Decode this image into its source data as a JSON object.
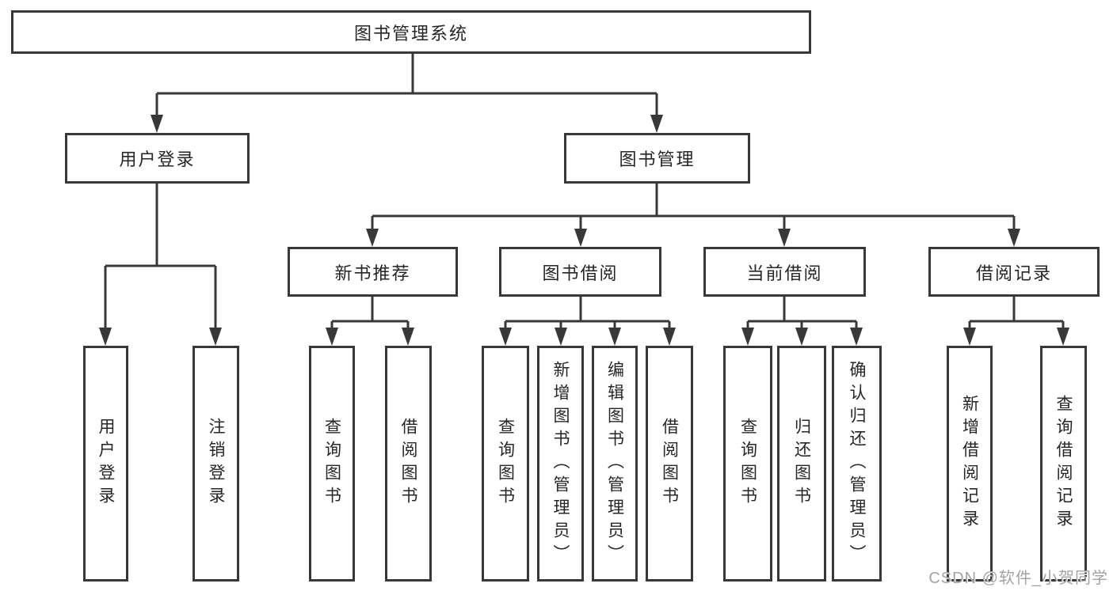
{
  "diagram": {
    "root": {
      "label": "图书管理系统"
    },
    "level2": [
      {
        "label": "用户登录",
        "children": [
          {
            "label": "用户登录"
          },
          {
            "label": "注销登录"
          }
        ]
      },
      {
        "label": "图书管理"
      }
    ],
    "level3": [
      {
        "label": "新书推荐",
        "children": [
          {
            "label": "查询图书"
          },
          {
            "label": "借阅图书"
          }
        ]
      },
      {
        "label": "图书借阅",
        "children": [
          {
            "label": "查询图书"
          },
          {
            "label": "新增图书（管理员）"
          },
          {
            "label": "编辑图书（管理员）"
          },
          {
            "label": "借阅图书"
          }
        ]
      },
      {
        "label": "当前借阅",
        "children": [
          {
            "label": "查询图书"
          },
          {
            "label": "归还图书"
          },
          {
            "label": "确认归还（管理员）"
          }
        ]
      },
      {
        "label": "借阅记录",
        "children": [
          {
            "label": "新增借阅记录"
          },
          {
            "label": "查询借阅记录"
          }
        ]
      }
    ]
  },
  "watermark": "CSDN @软件_小贺同学",
  "colors": {
    "line": "#383838",
    "box_border": "#383838",
    "text": "#262626",
    "watermark": "#a3a3a3",
    "background": "#ffffff"
  }
}
